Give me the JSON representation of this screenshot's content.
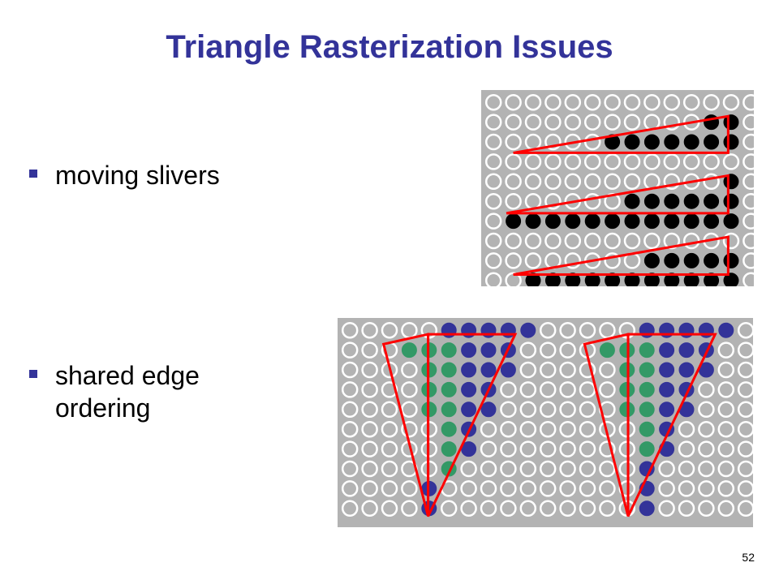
{
  "slide": {
    "title": "Triangle Rasterization Issues",
    "page_number": "52"
  },
  "bullets": [
    {
      "text": "moving slivers"
    },
    {
      "text": "shared edge\nordering"
    }
  ],
  "colors": {
    "title": "#333399",
    "bullet_marker": "#333399",
    "grid_background": "#b3b3b3",
    "empty_pixel_outline": "#ffffff",
    "filled_pixel_black": "#000000",
    "filled_pixel_blue": "#333399",
    "filled_pixel_green": "#339966",
    "triangle_edge": "#ff0000"
  },
  "figures": {
    "moving_slivers": {
      "columns": 14,
      "rows": 10,
      "filled_black": [
        [
          1,
          11
        ],
        [
          1,
          12
        ],
        [
          2,
          6
        ],
        [
          2,
          7
        ],
        [
          2,
          8
        ],
        [
          2,
          9
        ],
        [
          2,
          10
        ],
        [
          2,
          11
        ],
        [
          2,
          12
        ],
        [
          4,
          12
        ],
        [
          5,
          7
        ],
        [
          5,
          8
        ],
        [
          5,
          9
        ],
        [
          5,
          10
        ],
        [
          5,
          11
        ],
        [
          5,
          12
        ],
        [
          6,
          1
        ],
        [
          6,
          2
        ],
        [
          6,
          3
        ],
        [
          6,
          4
        ],
        [
          6,
          5
        ],
        [
          6,
          6
        ],
        [
          6,
          7
        ],
        [
          6,
          8
        ],
        [
          6,
          9
        ],
        [
          6,
          10
        ],
        [
          6,
          11
        ],
        [
          6,
          12
        ],
        [
          8,
          8
        ],
        [
          8,
          9
        ],
        [
          8,
          10
        ],
        [
          8,
          11
        ],
        [
          8,
          12
        ],
        [
          9,
          2
        ],
        [
          9,
          3
        ],
        [
          9,
          4
        ],
        [
          9,
          5
        ],
        [
          9,
          6
        ],
        [
          9,
          7
        ],
        [
          9,
          8
        ],
        [
          9,
          9
        ],
        [
          9,
          10
        ],
        [
          9,
          11
        ],
        [
          9,
          12
        ]
      ],
      "triangles": [
        [
          [
            1.5,
            3.05
          ],
          [
            12.35,
            1.2
          ],
          [
            12.35,
            3.05
          ]
        ],
        [
          [
            1.15,
            6.1
          ],
          [
            12.35,
            4.2
          ],
          [
            12.35,
            6.1
          ]
        ],
        [
          [
            1.5,
            9.2
          ],
          [
            12.35,
            7.3
          ],
          [
            12.35,
            9.2
          ]
        ]
      ]
    },
    "shared_edge_ordering": {
      "columns": 21,
      "rows": 10,
      "filled_blue": [
        [
          0,
          5
        ],
        [
          0,
          6
        ],
        [
          0,
          7
        ],
        [
          0,
          8
        ],
        [
          0,
          9
        ],
        [
          1,
          6
        ],
        [
          1,
          7
        ],
        [
          1,
          8
        ],
        [
          2,
          6
        ],
        [
          2,
          7
        ],
        [
          2,
          8
        ],
        [
          3,
          6
        ],
        [
          3,
          7
        ],
        [
          4,
          6
        ],
        [
          4,
          7
        ],
        [
          5,
          6
        ],
        [
          6,
          6
        ],
        [
          8,
          4
        ],
        [
          9,
          4
        ],
        [
          0,
          15
        ],
        [
          0,
          16
        ],
        [
          0,
          17
        ],
        [
          0,
          18
        ],
        [
          0,
          19
        ],
        [
          1,
          16
        ],
        [
          1,
          17
        ],
        [
          1,
          18
        ],
        [
          2,
          16
        ],
        [
          2,
          17
        ],
        [
          2,
          18
        ],
        [
          3,
          16
        ],
        [
          3,
          17
        ],
        [
          4,
          16
        ],
        [
          4,
          17
        ],
        [
          5,
          16
        ],
        [
          6,
          16
        ],
        [
          7,
          15
        ],
        [
          8,
          15
        ],
        [
          9,
          15
        ]
      ],
      "filled_green": [
        [
          1,
          3
        ],
        [
          1,
          4
        ],
        [
          1,
          5
        ],
        [
          2,
          4
        ],
        [
          2,
          5
        ],
        [
          3,
          4
        ],
        [
          3,
          5
        ],
        [
          4,
          4
        ],
        [
          4,
          5
        ],
        [
          5,
          5
        ],
        [
          6,
          5
        ],
        [
          7,
          5
        ],
        [
          1,
          13
        ],
        [
          1,
          14
        ],
        [
          1,
          15
        ],
        [
          2,
          14
        ],
        [
          2,
          15
        ],
        [
          3,
          14
        ],
        [
          3,
          15
        ],
        [
          4,
          14
        ],
        [
          4,
          15
        ],
        [
          5,
          15
        ],
        [
          6,
          15
        ]
      ],
      "triangles": [
        [
          [
            2.2,
            1.2
          ],
          [
            4.45,
            9.9
          ],
          [
            4.45,
            0.7
          ]
        ],
        [
          [
            4.45,
            0.7
          ],
          [
            4.45,
            9.9
          ],
          [
            8.85,
            0.7
          ]
        ],
        [
          [
            12.35,
            1.2
          ],
          [
            14.55,
            9.9
          ],
          [
            14.55,
            0.7
          ]
        ],
        [
          [
            14.55,
            0.7
          ],
          [
            14.55,
            9.9
          ],
          [
            18.95,
            0.7
          ]
        ]
      ]
    }
  }
}
